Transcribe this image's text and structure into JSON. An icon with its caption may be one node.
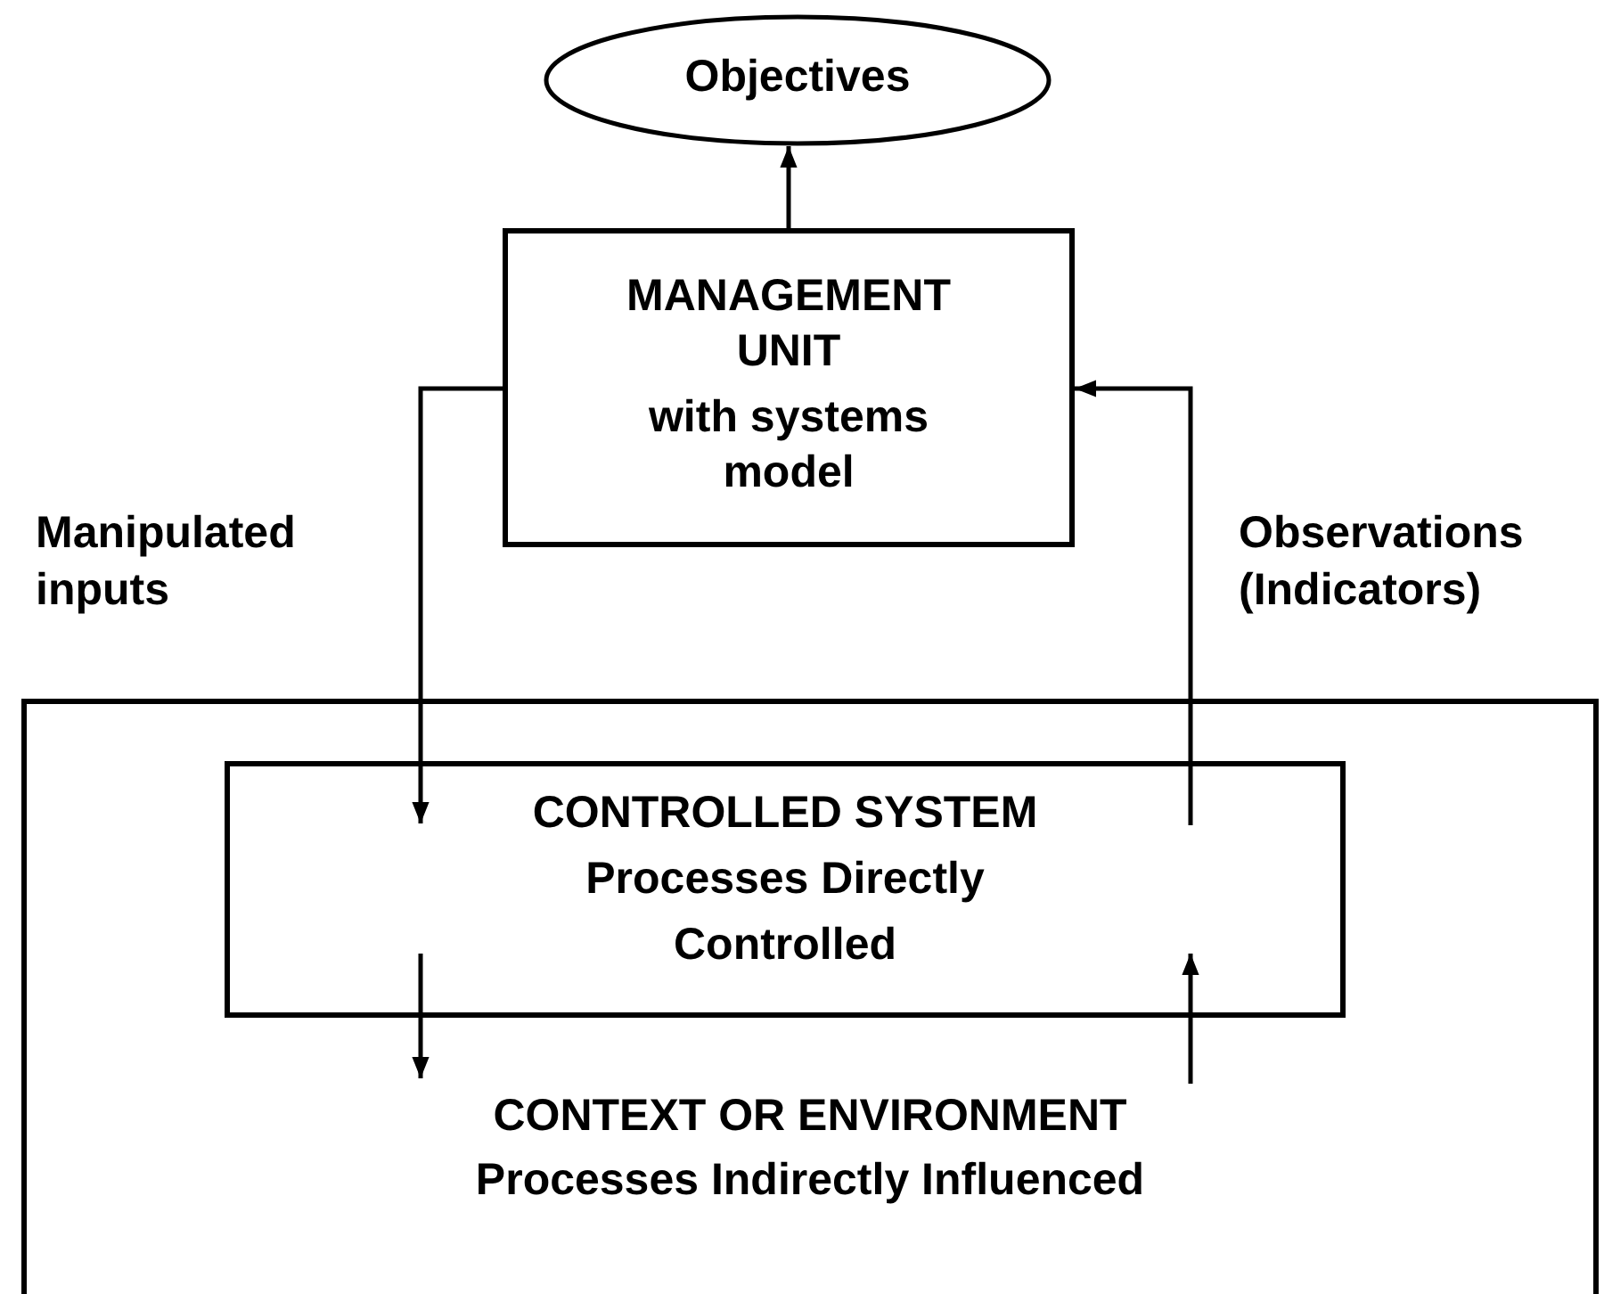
{
  "diagram": {
    "nodes": [
      {
        "text": [
          "Objectives"
        ]
      },
      {
        "text": [
          "MANAGEMENT UNIT",
          "with systems model"
        ]
      },
      {
        "text": [
          "CONTEXT OR ENVIRONMENT",
          "Processes Indirectly Influenced"
        ]
      },
      {
        "text": [
          "CONTROLLED SYSTEM",
          "Processes Directly Controlled"
        ],
        "in": 2
      }
    ],
    "edges": [
      {
        "from": 1,
        "to": 0,
        "arrow": "to"
      },
      {
        "from": 1,
        "to": 3,
        "arrow": "to",
        "label": "Manipulated inputs"
      },
      {
        "from": 3,
        "to": 1,
        "arrow": "to",
        "label": "Observations (Indicators)"
      },
      {
        "from": 3,
        "to": null,
        "arrow": "to"
      },
      {
        "from": null,
        "to": 3,
        "arrow": "to"
      }
    ]
  }
}
